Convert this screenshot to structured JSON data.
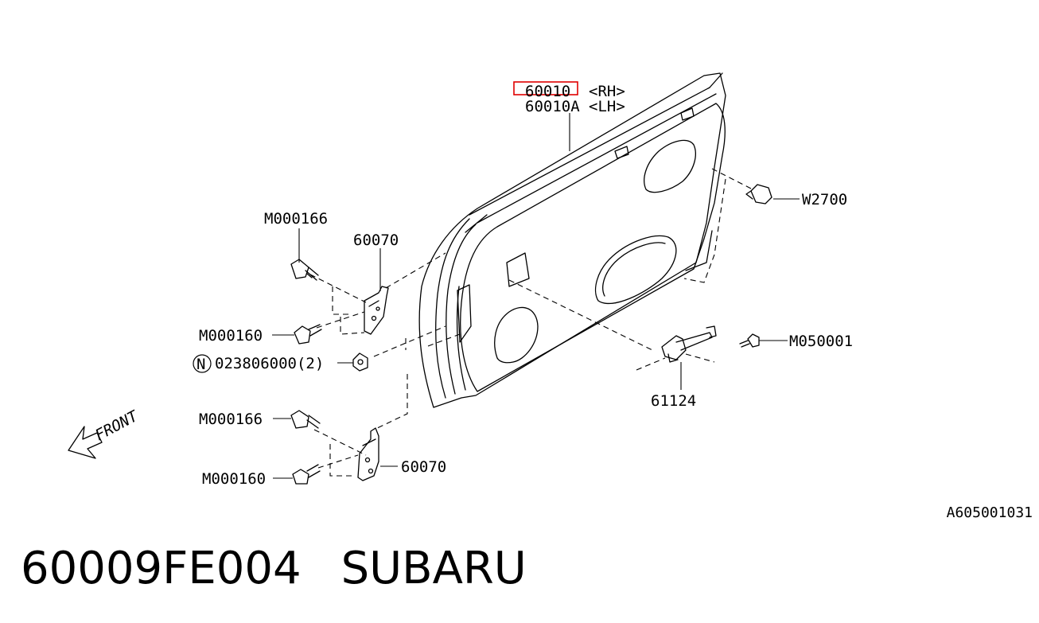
{
  "diagram": {
    "labels": {
      "door_rh": "60010",
      "door_rh_side": "<RH>",
      "door_lh": "60010A",
      "door_lh_side": "<LH>",
      "clip": "W2700",
      "bolt_top_upper": "M000166",
      "hinge_upper": "60070",
      "bolt_top_lower": "M000160",
      "nut_badge": "N",
      "nut": "023806000(2)",
      "bolt_bottom_upper": "M000166",
      "hinge_lower": "60070",
      "bolt_bottom_lower": "M000160",
      "checker": "61124",
      "checker_bolt": "M050001",
      "front": "FRONT"
    },
    "highlight_color": "#e00000"
  },
  "reference": "A605001031",
  "footer": {
    "part_number": "60009FE004",
    "brand": "SUBARU"
  }
}
